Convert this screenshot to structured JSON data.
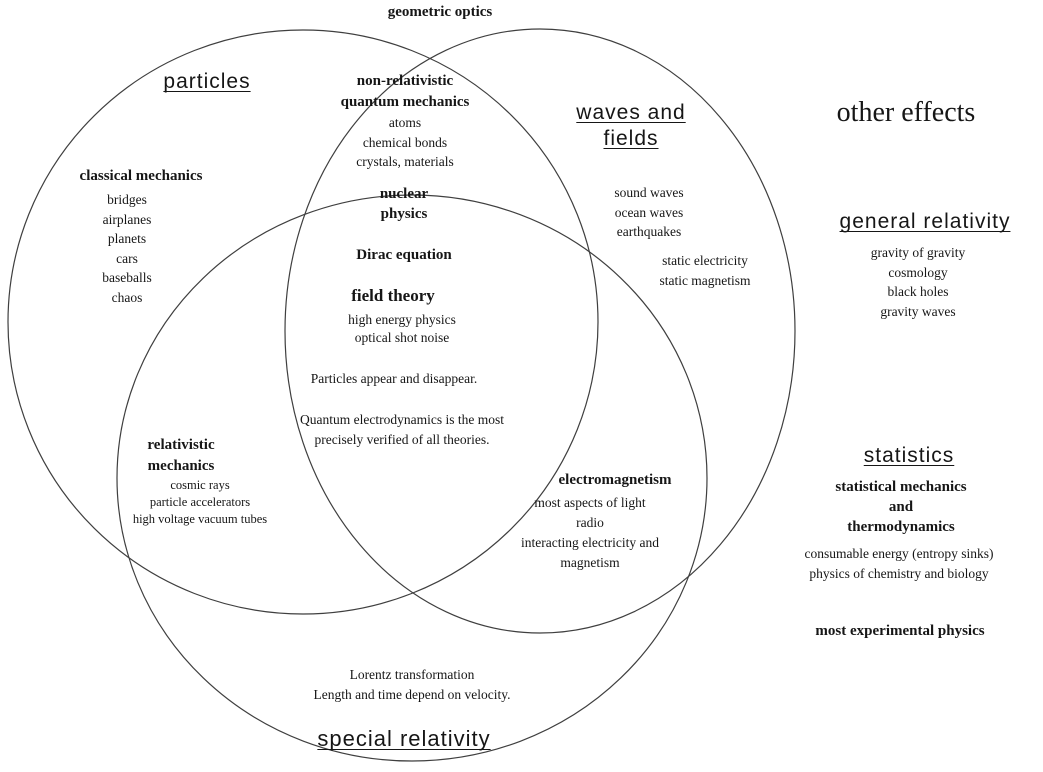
{
  "top_label": "geometric optics",
  "sets": {
    "particles": "particles",
    "waves_fields_line1": "waves and",
    "waves_fields_line2": "fields",
    "special_relativity": "special relativity"
  },
  "regions": {
    "classical_mechanics": {
      "title": "classical mechanics",
      "items": [
        "bridges",
        "airplanes",
        "planets",
        "cars",
        "baseballs",
        "chaos"
      ]
    },
    "non_relativistic_qm": {
      "title_line1": "non-relativistic",
      "title_line2": "quantum mechanics",
      "items": [
        "atoms",
        "chemical bonds",
        "crystals, materials"
      ]
    },
    "nuclear_physics": {
      "title_line1": "nuclear",
      "title_line2": "physics"
    },
    "dirac_equation": {
      "title": "Dirac equation"
    },
    "field_theory": {
      "title": "field theory",
      "items": [
        "high energy physics",
        "optical shot noise"
      ],
      "note1": "Particles appear and disappear.",
      "note2_line1": "Quantum electrodynamics is the most",
      "note2_line2": "precisely verified of all theories."
    },
    "waves_examples": {
      "items": [
        "sound waves",
        "ocean waves",
        "earthquakes"
      ]
    },
    "statics": {
      "items": [
        "static electricity",
        "static magnetism"
      ]
    },
    "relativistic_mechanics": {
      "title_line1": "relativistic",
      "title_line2": "mechanics",
      "items": [
        "cosmic rays",
        "particle accelerators",
        "high voltage vacuum tubes"
      ]
    },
    "electromagnetism": {
      "title": "electromagnetism",
      "items": [
        "most aspects of light",
        "radio",
        "interacting electricity and",
        "magnetism"
      ]
    },
    "special_relativity_notes": {
      "items": [
        "Lorentz transformation",
        "Length and time depend on velocity."
      ]
    }
  },
  "other_effects": {
    "title": "other effects",
    "general_relativity": {
      "title": "general relativity",
      "items": [
        "gravity of gravity",
        "cosmology",
        "black holes",
        "gravity waves"
      ]
    },
    "statistics": {
      "title": "statistics",
      "subtitle_lines": [
        "statistical mechanics",
        "and",
        "thermodynamics"
      ],
      "items": [
        "consumable energy (entropy sinks)",
        "physics of chemistry and biology"
      ]
    },
    "footnote": "most experimental physics"
  },
  "colors": {
    "line": "#3f3f3f",
    "text": "#161616",
    "background": "#ffffff"
  }
}
